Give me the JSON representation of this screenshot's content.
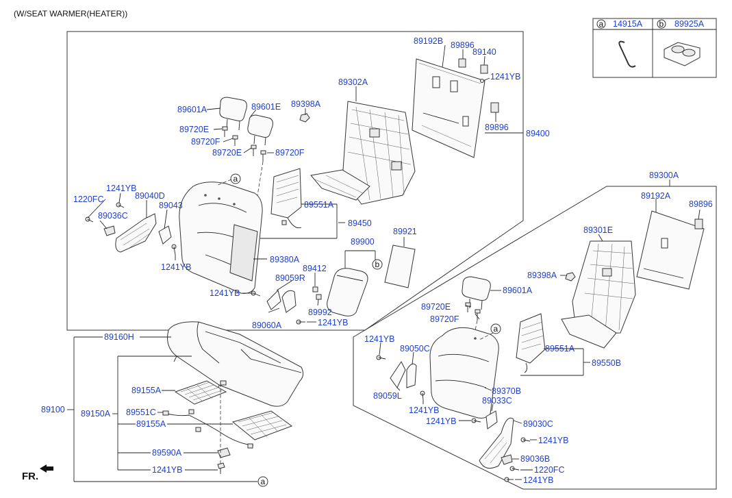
{
  "header": {
    "note": "(W/SEAT WARMER(HEATER))"
  },
  "legend": {
    "a": {
      "letter": "a",
      "code": "14915A"
    },
    "b": {
      "letter": "b",
      "code": "89925A"
    }
  },
  "labels": {
    "l_89192B_top": "89192B",
    "l_89896_top": "89896",
    "l_89140": "89140",
    "l_1241YB_top": "1241YB",
    "l_89302A": "89302A",
    "l_89896_mid": "89896",
    "l_89400": "89400",
    "l_89398A_left": "89398A",
    "l_89601A_left": "89601A",
    "l_89601E": "89601E",
    "l_89720E_1": "89720E",
    "l_89720F_1": "89720F",
    "l_89720E_2": "89720E",
    "l_89720F_2": "89720F",
    "l_1241YB_l1": "1241YB",
    "l_1220FC_l": "1220FC",
    "l_89040D": "89040D",
    "l_89043": "89043",
    "l_89036C": "89036C",
    "l_1241YB_l2": "1241YB",
    "l_89551A_mid": "89551A",
    "l_89450": "89450",
    "l_89921": "89921",
    "l_89900": "89900",
    "l_89380A": "89380A",
    "l_89412": "89412",
    "l_89059R": "89059R",
    "l_1241YB_l3": "1241YB",
    "l_89992": "89992",
    "l_89060A": "89060A",
    "l_1241YB_l4": "1241YB",
    "l_89300A": "89300A",
    "l_89192A": "89192A",
    "l_89896_r": "89896",
    "l_89301E": "89301E",
    "l_89398A_r": "89398A",
    "l_89601A_r": "89601A",
    "l_89720E_r": "89720E",
    "l_89720F_r": "89720F",
    "l_1241YB_r1": "1241YB",
    "l_89050C": "89050C",
    "l_89551A_r": "89551A",
    "l_89550B": "89550B",
    "l_89059L": "89059L",
    "l_89370B": "89370B",
    "l_89033C": "89033C",
    "l_1241YB_r2": "1241YB",
    "l_1241YB_r3": "1241YB",
    "l_89030C": "89030C",
    "l_1241YB_r4": "1241YB",
    "l_89036B": "89036B",
    "l_1220FC_r": "1220FC",
    "l_1241YB_r5": "1241YB",
    "l_89160H": "89160H",
    "l_89100": "89100",
    "l_89150A": "89150A",
    "l_89155A_1": "89155A",
    "l_89551C": "89551C",
    "l_89155A_2": "89155A",
    "l_89590A": "89590A",
    "l_1241YB_b": "1241YB"
  },
  "callouts": {
    "a": "a",
    "b": "b"
  },
  "fr_label": "FR."
}
